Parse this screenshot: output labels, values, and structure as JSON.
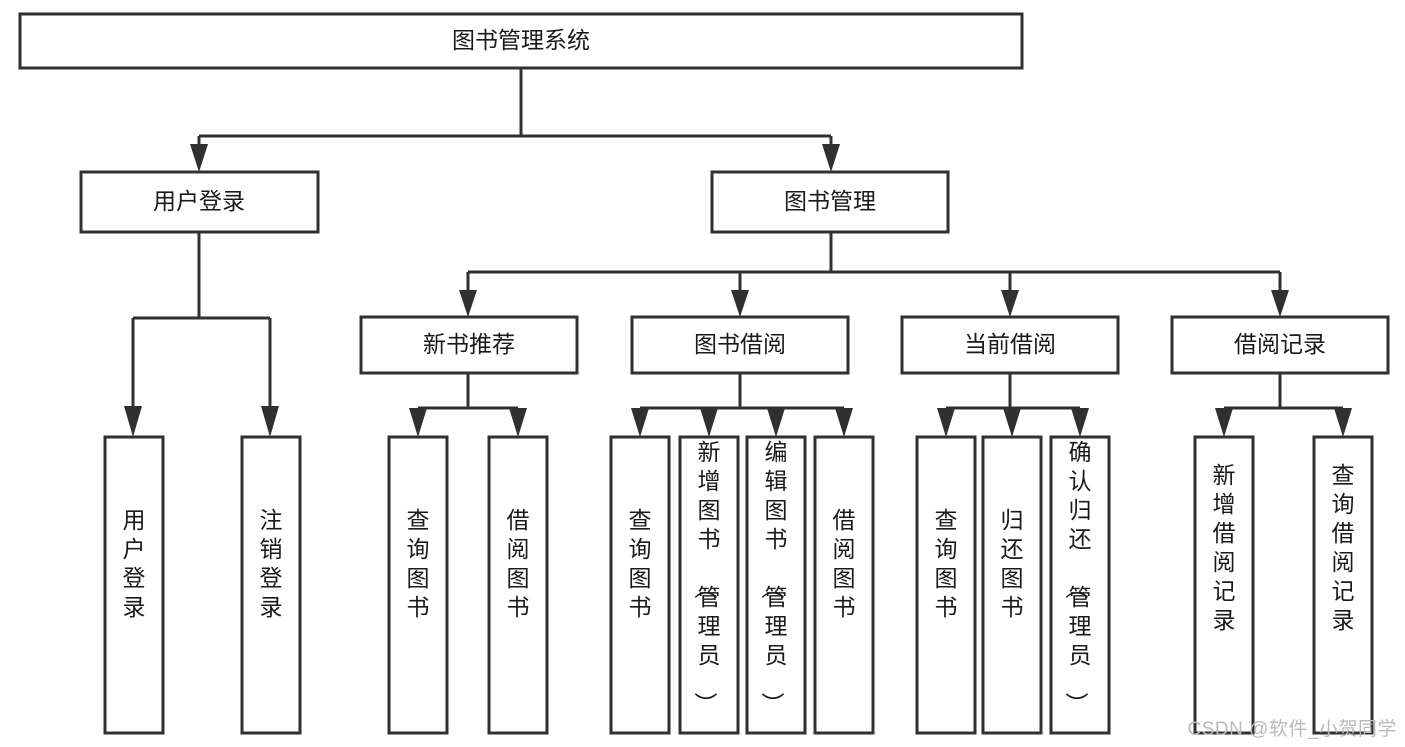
{
  "diagram": {
    "type": "tree-hierarchy",
    "title": "图书管理系统",
    "watermark": "CSDN @软件_小贺同学",
    "colors": {
      "stroke": "#303030",
      "fill": "#ffffff",
      "text": "#1a1a1a",
      "watermark": "#b9b9b9"
    },
    "nodes": {
      "root": {
        "label": "图书管理系统",
        "orientation": "horizontal"
      },
      "level2": [
        {
          "label": "用户登录",
          "orientation": "horizontal"
        },
        {
          "label": "图书管理",
          "orientation": "horizontal"
        }
      ],
      "level3": [
        {
          "label": "新书推荐",
          "orientation": "horizontal"
        },
        {
          "label": "图书借阅",
          "orientation": "horizontal"
        },
        {
          "label": "当前借阅",
          "orientation": "horizontal"
        },
        {
          "label": "借阅记录",
          "orientation": "horizontal"
        }
      ],
      "leaves": {
        "user_login": [
          {
            "label": "用户登录",
            "orientation": "vertical"
          },
          {
            "label": "注销登录",
            "orientation": "vertical"
          }
        ],
        "new_book_recommend": [
          {
            "label": "查询图书",
            "orientation": "vertical"
          },
          {
            "label": "借阅图书",
            "orientation": "vertical"
          }
        ],
        "book_borrow": [
          {
            "label": "查询图书",
            "orientation": "vertical"
          },
          {
            "label": "新增图书（管理员）",
            "orientation": "vertical"
          },
          {
            "label": "编辑图书（管理员）",
            "orientation": "vertical"
          },
          {
            "label": "借阅图书",
            "orientation": "vertical"
          }
        ],
        "current_borrow": [
          {
            "label": "查询图书",
            "orientation": "vertical"
          },
          {
            "label": "归还图书",
            "orientation": "vertical"
          },
          {
            "label": "确认归还（管理员）",
            "orientation": "vertical"
          }
        ],
        "borrow_record": [
          {
            "label": "新增借阅记录",
            "orientation": "vertical"
          },
          {
            "label": "查询借阅记录",
            "orientation": "vertical"
          }
        ]
      }
    }
  }
}
